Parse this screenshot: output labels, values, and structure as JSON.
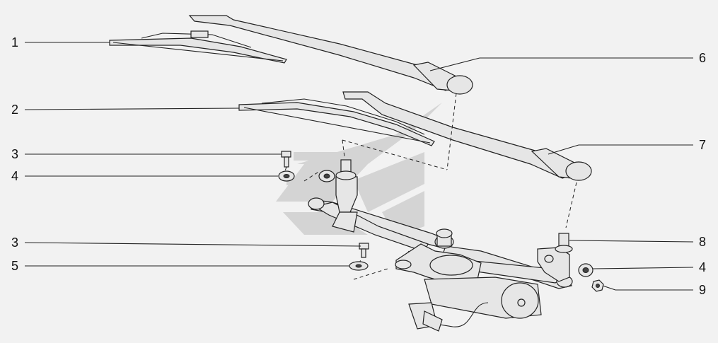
{
  "callouts": [
    {
      "id": "c1",
      "text": "1"
    },
    {
      "id": "c2",
      "text": "2"
    },
    {
      "id": "c3a",
      "text": "3"
    },
    {
      "id": "c4a",
      "text": "4"
    },
    {
      "id": "c3b",
      "text": "3"
    },
    {
      "id": "c5",
      "text": "5"
    },
    {
      "id": "c6",
      "text": "6"
    },
    {
      "id": "c7",
      "text": "7"
    },
    {
      "id": "c8",
      "text": "8"
    },
    {
      "id": "c4b",
      "text": "4"
    },
    {
      "id": "c9",
      "text": "9"
    }
  ],
  "colors": {
    "background": "#f2f2f2",
    "line": "#222222",
    "part_fill": "#e6e6e6",
    "watermark": "#cfcfcf"
  }
}
